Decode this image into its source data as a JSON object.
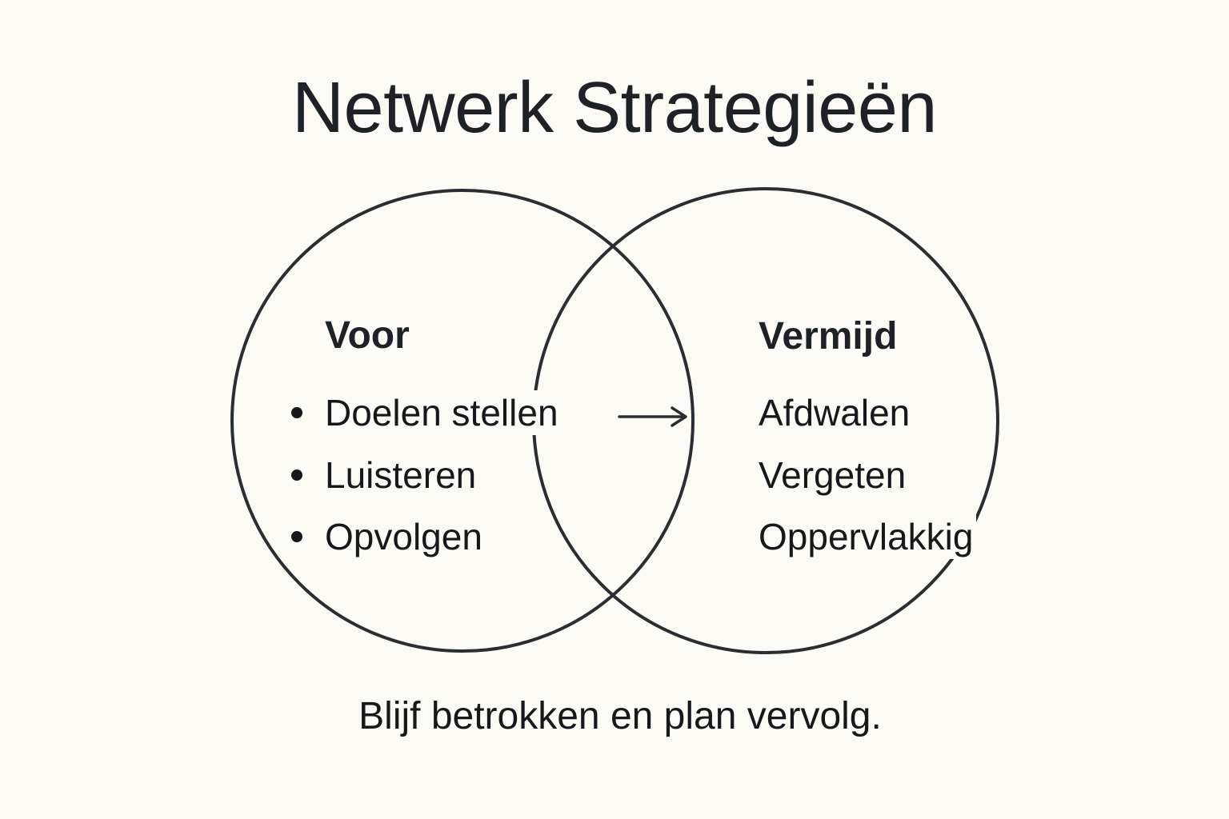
{
  "title": "Netwerk Strategieën",
  "diagram": {
    "type": "venn",
    "stroke_color": "#2a2d31",
    "background_color": "#fbfaf5",
    "left_circle": {
      "heading": "Voor",
      "items": [
        "Doelen stellen",
        "Luisteren",
        "Opvolgen"
      ],
      "bulleted": true
    },
    "right_circle": {
      "heading": "Vermijd",
      "items": [
        "Afdwalen",
        "Vergeten",
        "Oppervlakkig"
      ],
      "bulleted": false
    },
    "arrow": {
      "icon": "right-arrow-icon",
      "from": "Doelen stellen",
      "to": "right circle"
    }
  },
  "footer": "Blijf betrokken en plan vervolg."
}
